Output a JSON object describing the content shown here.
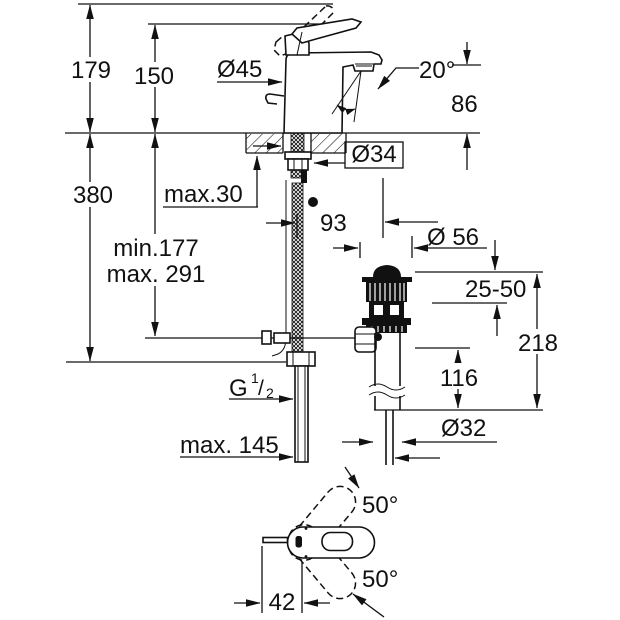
{
  "drawing": {
    "type": "technical-dimension-drawing",
    "subject": "single-lever basin mixer faucet with pop-up waste, front view and top view",
    "colors": {
      "line": "#111111",
      "background": "#ffffff"
    }
  },
  "dims": {
    "d179": "179",
    "d150": "150",
    "d45": "Ø45",
    "d20": "20°",
    "d86": "86",
    "d380": "380",
    "dmax30": "max.30",
    "d34": "Ø34",
    "d93": "93",
    "d56": "Ø 56",
    "dmin177": "min.177",
    "dmax291": "max. 291",
    "d2550": "25-50",
    "d218": "218",
    "d116": "116",
    "dG": "G",
    "dG1": "1",
    "dGslash": "/",
    "dG2": "2",
    "d32": "Ø32",
    "dmax145": "max. 145",
    "d42": "42",
    "d50a": "50°",
    "d50b": "50°"
  }
}
